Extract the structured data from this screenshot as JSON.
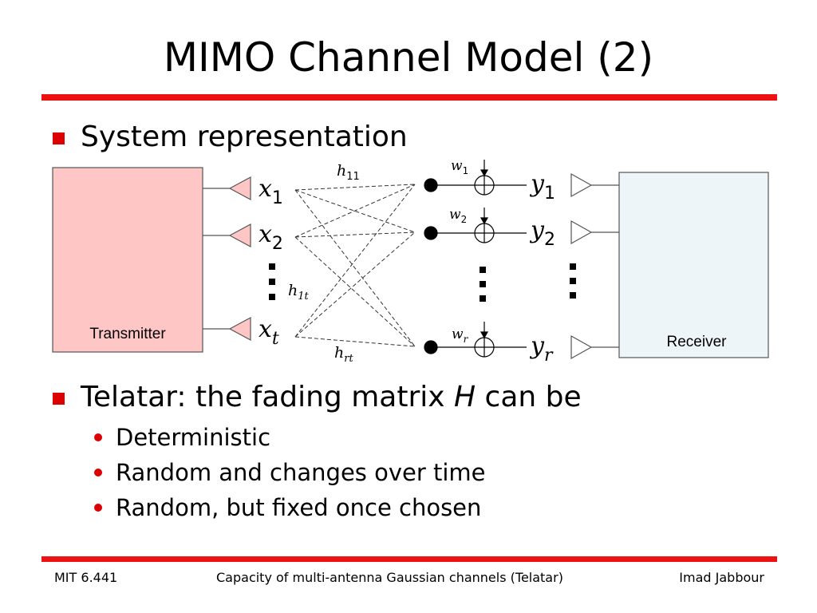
{
  "title": "MIMO Channel Model (2)",
  "bullets": [
    {
      "text": "System representation"
    },
    {
      "text_before": "Telatar: the fading matrix ",
      "text_italic": "H",
      "text_after": " can be",
      "sub": [
        "Deterministic",
        "Random and changes over time",
        "Random, but fixed once chosen"
      ]
    }
  ],
  "diagram": {
    "transmitter_label": "Transmitter",
    "receiver_label": "Receiver",
    "tx": [
      {
        "base": "x",
        "sub": "1"
      },
      {
        "base": "x",
        "sub": "2"
      },
      {
        "base": "x",
        "sub": "t"
      }
    ],
    "rx": [
      {
        "base": "y",
        "sub": "1"
      },
      {
        "base": "y",
        "sub": "2"
      },
      {
        "base": "y",
        "sub": "r"
      }
    ],
    "noise": [
      {
        "base": "w",
        "sub": "1"
      },
      {
        "base": "w",
        "sub": "2"
      },
      {
        "base": "w",
        "sub": "r"
      }
    ],
    "gains": [
      {
        "base": "h",
        "sub": "11"
      },
      {
        "base": "h",
        "sub": "1t"
      },
      {
        "base": "h",
        "sub": "rt"
      }
    ],
    "colors": {
      "transmitter_fill": "#ffc6c6",
      "receiver_fill": "#eef5f8",
      "antenna_tx_fill": "#ffc6c6"
    }
  },
  "footer": {
    "left": "MIT 6.441",
    "center": "Capacity of multi-antenna Gaussian channels (Telatar)",
    "right": "Imad Jabbour"
  },
  "colors": {
    "accent": "#ee1111",
    "bullet": "#dd0000"
  }
}
